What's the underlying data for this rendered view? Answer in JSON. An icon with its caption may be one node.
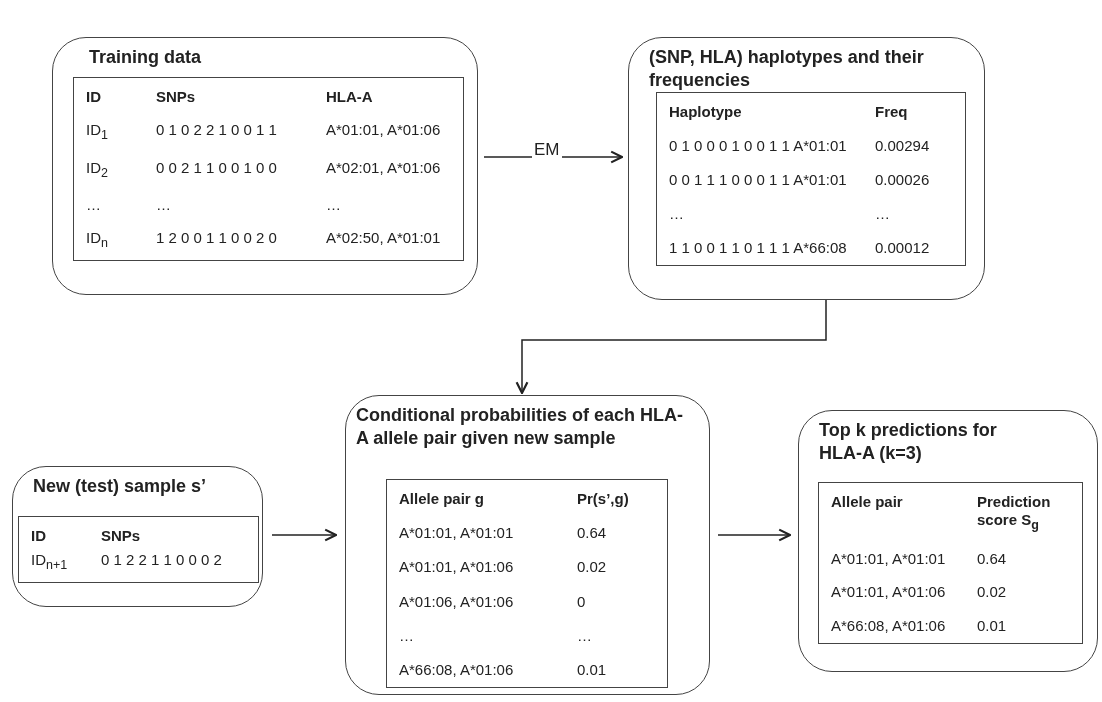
{
  "diagram": {
    "nodes": [
      {
        "text": [
          "Training data"
        ]
      },
      {
        "text": [
          "ID",
          "SNPs",
          "HLA-A",
          "ID$_{1}$",
          "0 1 0 2 2 1 0 0 1 1",
          "A*01:01, A*01:06",
          "ID$_{2}$",
          "0 0 2 1 1 0 0 1 0 0",
          "A*02:01, A*01:06",
          "…",
          "…",
          "…",
          "ID$_{n}$",
          "1 2 0 0 1 1 0 0 2 0",
          "A*02:50, A*01:01"
        ],
        "in": 0
      },
      {
        "text": [
          "(SNP, HLA) haplotypes and their frequencies"
        ]
      },
      {
        "text": [
          "Haplotype",
          "Freq",
          "0 1 0 0 0 1 0 0 1 1 A*01:01",
          "0.00294",
          "0 0 1 1 1 0 0 0 1 1 A*01:01",
          "0.00026",
          "…",
          "…",
          "1 1 0 0 1 1 0 1 1 1 A*66:08",
          "0.00012"
        ],
        "in": 2
      },
      {
        "text": [
          "New (test) sample s’"
        ]
      },
      {
        "text": [
          "ID",
          "SNPs",
          "ID$_{n+1}$",
          "0 1 2 2 1 1 0 0 0 2"
        ],
        "in": 4
      },
      {
        "text": [
          "Conditional probabilities of each HLA-A allele pair given new sample"
        ]
      },
      {
        "text": [
          "Allele pair g",
          "Pr(s’,g)",
          "A*01:01, A*01:01",
          "0.64",
          "A*01:01, A*01:06",
          "0.02",
          "A*01:06, A*01:06",
          "0",
          "…",
          "…",
          "A*66:08, A*01:06",
          "0.01"
        ],
        "in": 6
      },
      {
        "text": [
          "Top k predictions for HLA-A (k=3)"
        ]
      },
      {
        "text": [
          "Allele pair",
          "Prediction score S$_{g}$",
          "A*01:01, A*01:01",
          "0.64",
          "A*01:01, A*01:06",
          "0.02",
          "A*66:08, A*01:06",
          "0.01"
        ],
        "in": 8
      }
    ],
    "edges": [
      {
        "from": 0,
        "to": 2,
        "arrow": "to",
        "label": "EM"
      },
      {
        "from": 2,
        "to": 6,
        "arrow": "to"
      },
      {
        "from": 4,
        "to": 6,
        "arrow": "to"
      },
      {
        "from": 6,
        "to": 8,
        "arrow": "to"
      }
    ]
  }
}
